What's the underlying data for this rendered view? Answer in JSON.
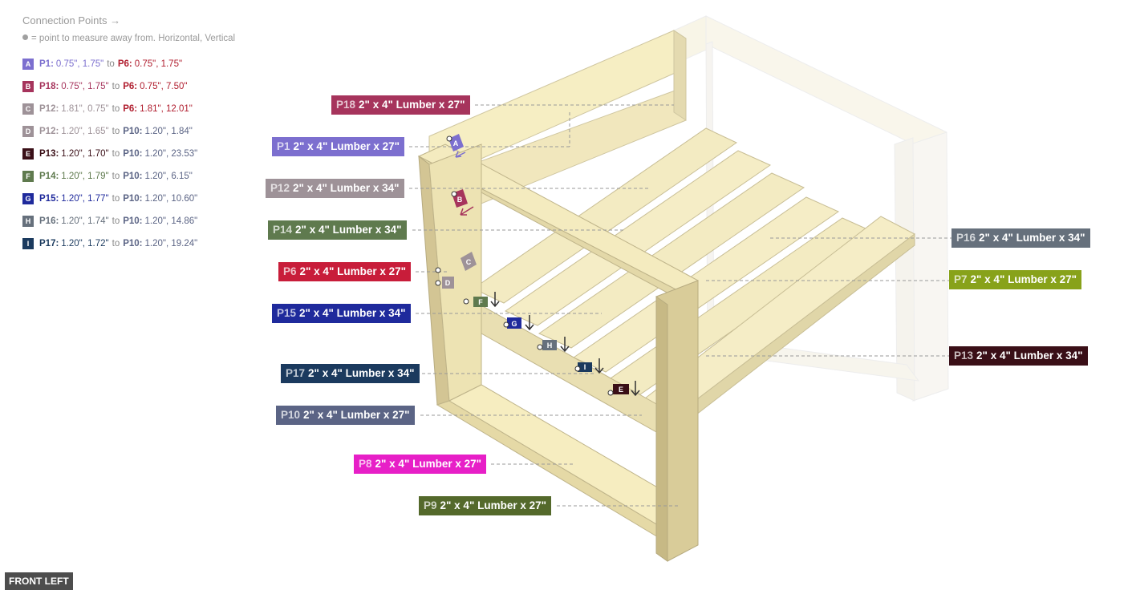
{
  "legend": {
    "title": "Connection Points →",
    "hint": "= point to measure away from. Horizontal, Vertical",
    "connections": [
      {
        "letter": "A",
        "color": "#7c6fcf",
        "from": "P1:",
        "from_val": "0.75\", 1.75\"",
        "to_word": "to",
        "to": "P6:",
        "to_val": "0.75\", 1.75\""
      },
      {
        "letter": "B",
        "color": "#a6345c",
        "from": "P18:",
        "from_val": "0.75\", 1.75\"",
        "to_word": "to",
        "to": "P6:",
        "to_val": "0.75\", 7.50\""
      },
      {
        "letter": "C",
        "color": "#9e9298",
        "from": "P12:",
        "from_val": "1.81\", 0.75\"",
        "to_word": "to",
        "to": "P6:",
        "to_val": "1.81\", 12.01\""
      },
      {
        "letter": "D",
        "color": "#9e9298",
        "from": "P12:",
        "from_val": "1.20\", 1.65\"",
        "to_word": "to",
        "to": "P10:",
        "to_val": "1.20\", 1.84\""
      },
      {
        "letter": "E",
        "color": "#3a0f17",
        "from": "P13:",
        "from_val": "1.20\", 1.70\"",
        "to_word": "to",
        "to": "P10:",
        "to_val": "1.20\", 23.53\""
      },
      {
        "letter": "F",
        "color": "#5f7a4e",
        "from": "P14:",
        "from_val": "1.20\", 1.79\"",
        "to_word": "to",
        "to": "P10:",
        "to_val": "1.20\", 6.15\""
      },
      {
        "letter": "G",
        "color": "#1f2a9c",
        "from": "P15:",
        "from_val": "1.20\", 1.77\"",
        "to_word": "to",
        "to": "P10:",
        "to_val": "1.20\", 10.60\""
      },
      {
        "letter": "H",
        "color": "#66707c",
        "from": "P16:",
        "from_val": "1.20\", 1.74\"",
        "to_word": "to",
        "to": "P10:",
        "to_val": "1.20\", 14.86\""
      },
      {
        "letter": "I",
        "color": "#1b3a5e",
        "from": "P17:",
        "from_val": "1.20\", 1.72\"",
        "to_word": "to",
        "to": "P10:",
        "to_val": "1.20\", 19.24\""
      }
    ]
  },
  "view_label": "FRONT LEFT",
  "parts": [
    {
      "id": "P18",
      "text": "2\" x 4\" Lumber  x 27\"",
      "color": "#a6345c"
    },
    {
      "id": "P1",
      "text": "2\" x 4\" Lumber  x 27\"",
      "color": "#7c6fcf"
    },
    {
      "id": "P12",
      "text": "2\" x 4\" Lumber  x 34\"",
      "color": "#9e9298"
    },
    {
      "id": "P14",
      "text": "2\" x 4\" Lumber  x 34\"",
      "color": "#5f7a4e"
    },
    {
      "id": "P6",
      "text": "2\" x 4\" Lumber  x 27\"",
      "color": "#c81d3a"
    },
    {
      "id": "P15",
      "text": "2\" x 4\" Lumber  x 34\"",
      "color": "#1f2a9c"
    },
    {
      "id": "P17",
      "text": "2\" x 4\" Lumber  x 34\"",
      "color": "#1b3a5e"
    },
    {
      "id": "P10",
      "text": "2\" x 4\" Lumber  x 27\"",
      "color": "#5b6485"
    },
    {
      "id": "P8",
      "text": "2\" x 4\" Lumber  x 27\"",
      "color": "#e71fc7"
    },
    {
      "id": "P9",
      "text": "2\" x 4\" Lumber  x 27\"",
      "color": "#54692b"
    },
    {
      "id": "P16",
      "text": "2\" x 4\" Lumber  x 34\"",
      "color": "#66707c"
    },
    {
      "id": "P7",
      "text": "2\" x 4\" Lumber  x 27\"",
      "color": "#88a21a"
    },
    {
      "id": "P13",
      "text": "2\" x 4\" Lumber  x 34\"",
      "color": "#3a0f17"
    }
  ]
}
